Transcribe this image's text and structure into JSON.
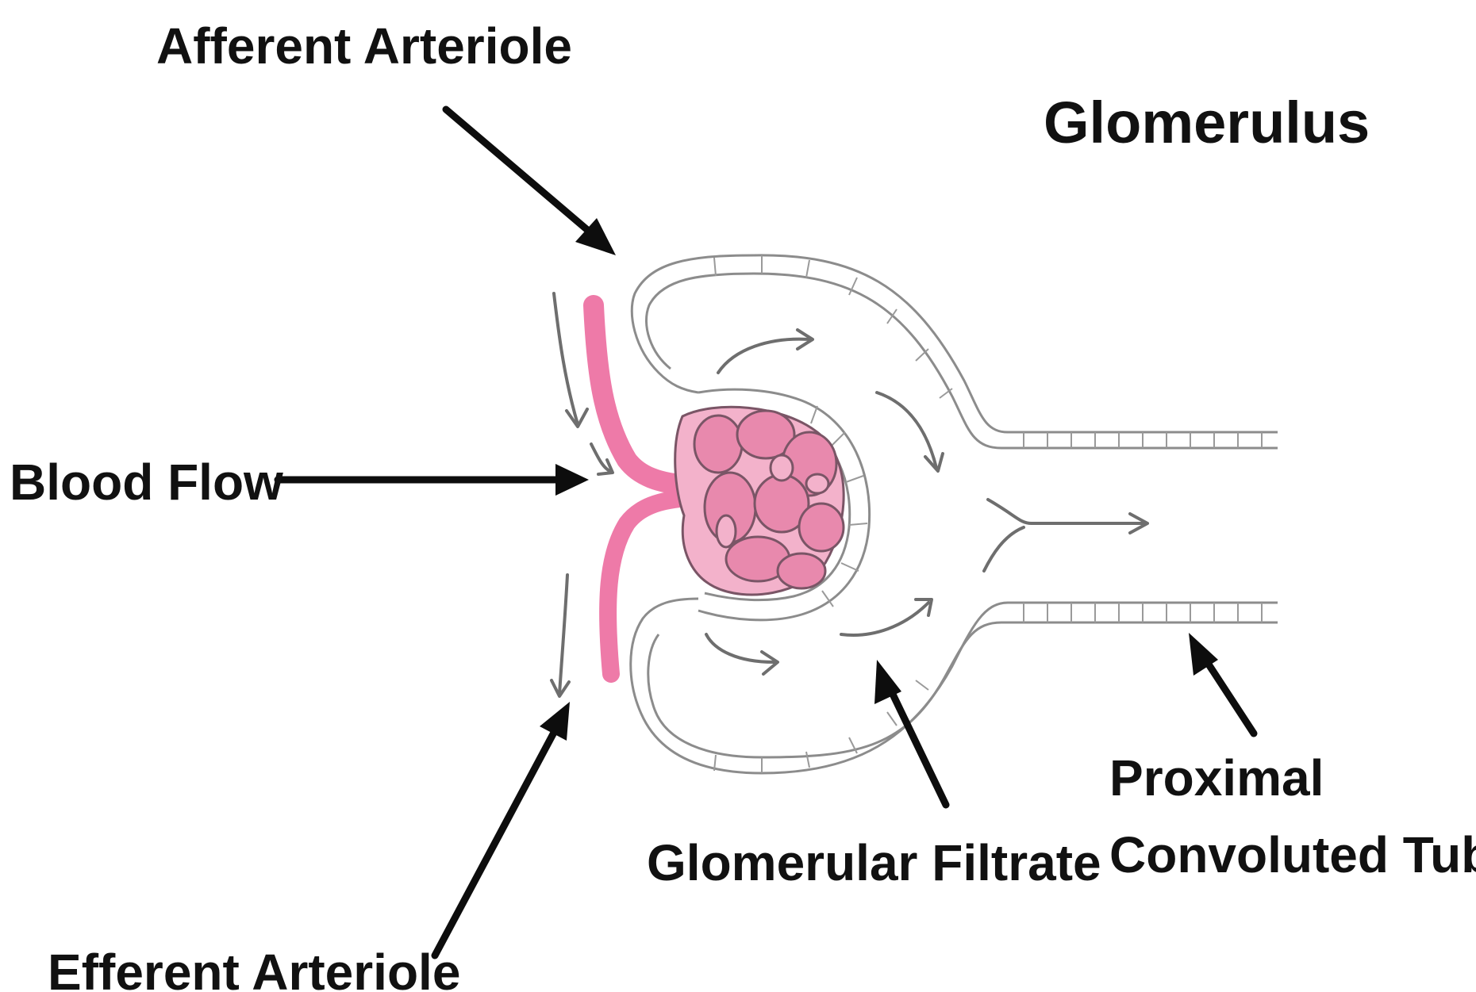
{
  "diagram": {
    "title": "Glomerulus",
    "labels": {
      "afferent_arteriole": "Afferent Arteriole",
      "blood_flow": "Blood Flow",
      "efferent_arteriole": "Efferent Arteriole",
      "glomerular_filtrate": "Glomerular Filtrate",
      "proximal_tubule_line1": "Proximal",
      "proximal_tubule_line2": "Convoluted Tubule"
    },
    "colors": {
      "capillary_pink": "#e889ad",
      "vessel_pink": "#ee7aa8",
      "capsule_wall_gray": "#8c8c8c",
      "label_black": "#111111"
    }
  }
}
